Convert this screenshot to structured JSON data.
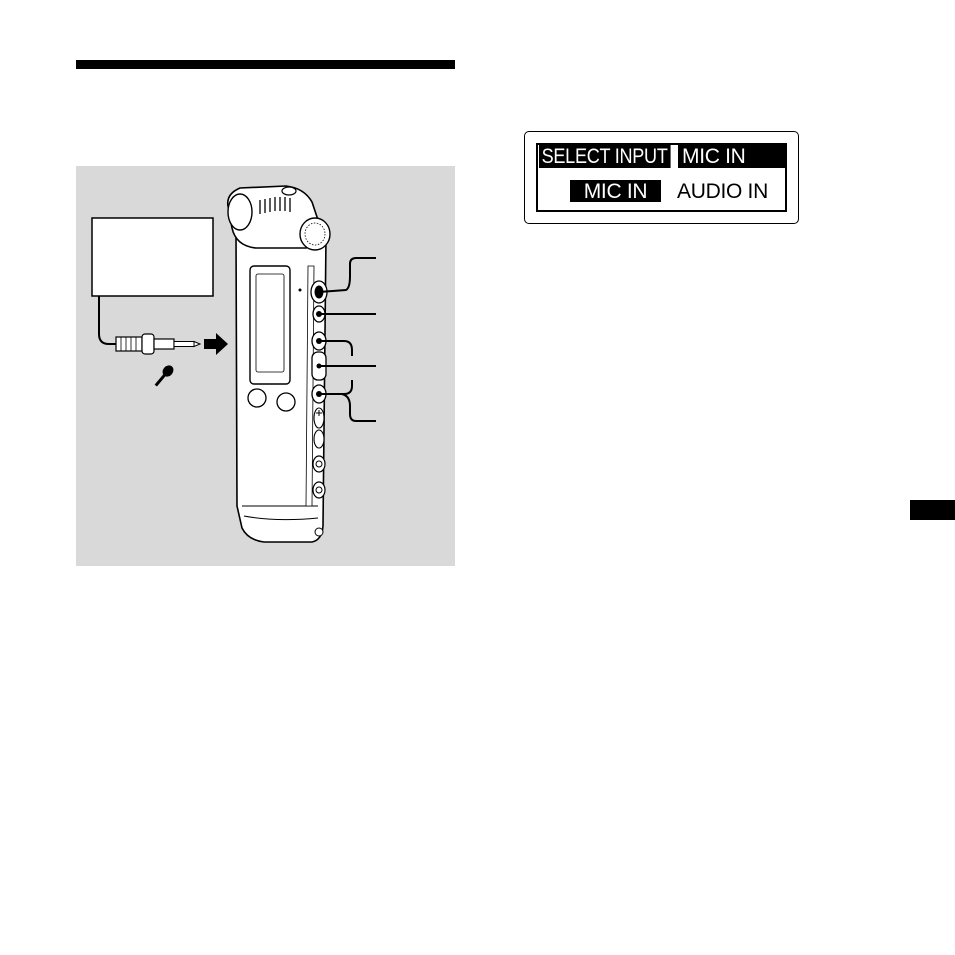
{
  "lcd_display": {
    "row1_label": "SELECT INPUT",
    "row1_value": "MIC IN",
    "row2_selected": "MIC IN",
    "row2_option": "AUDIO IN"
  },
  "colors": {
    "illustration_bg": "#d9d9d9",
    "ink": "#000000",
    "paper": "#ffffff"
  },
  "icons": [
    "microphone-icon",
    "arrow-right-icon",
    "stereo-plug-icon",
    "voice-recorder-device"
  ]
}
